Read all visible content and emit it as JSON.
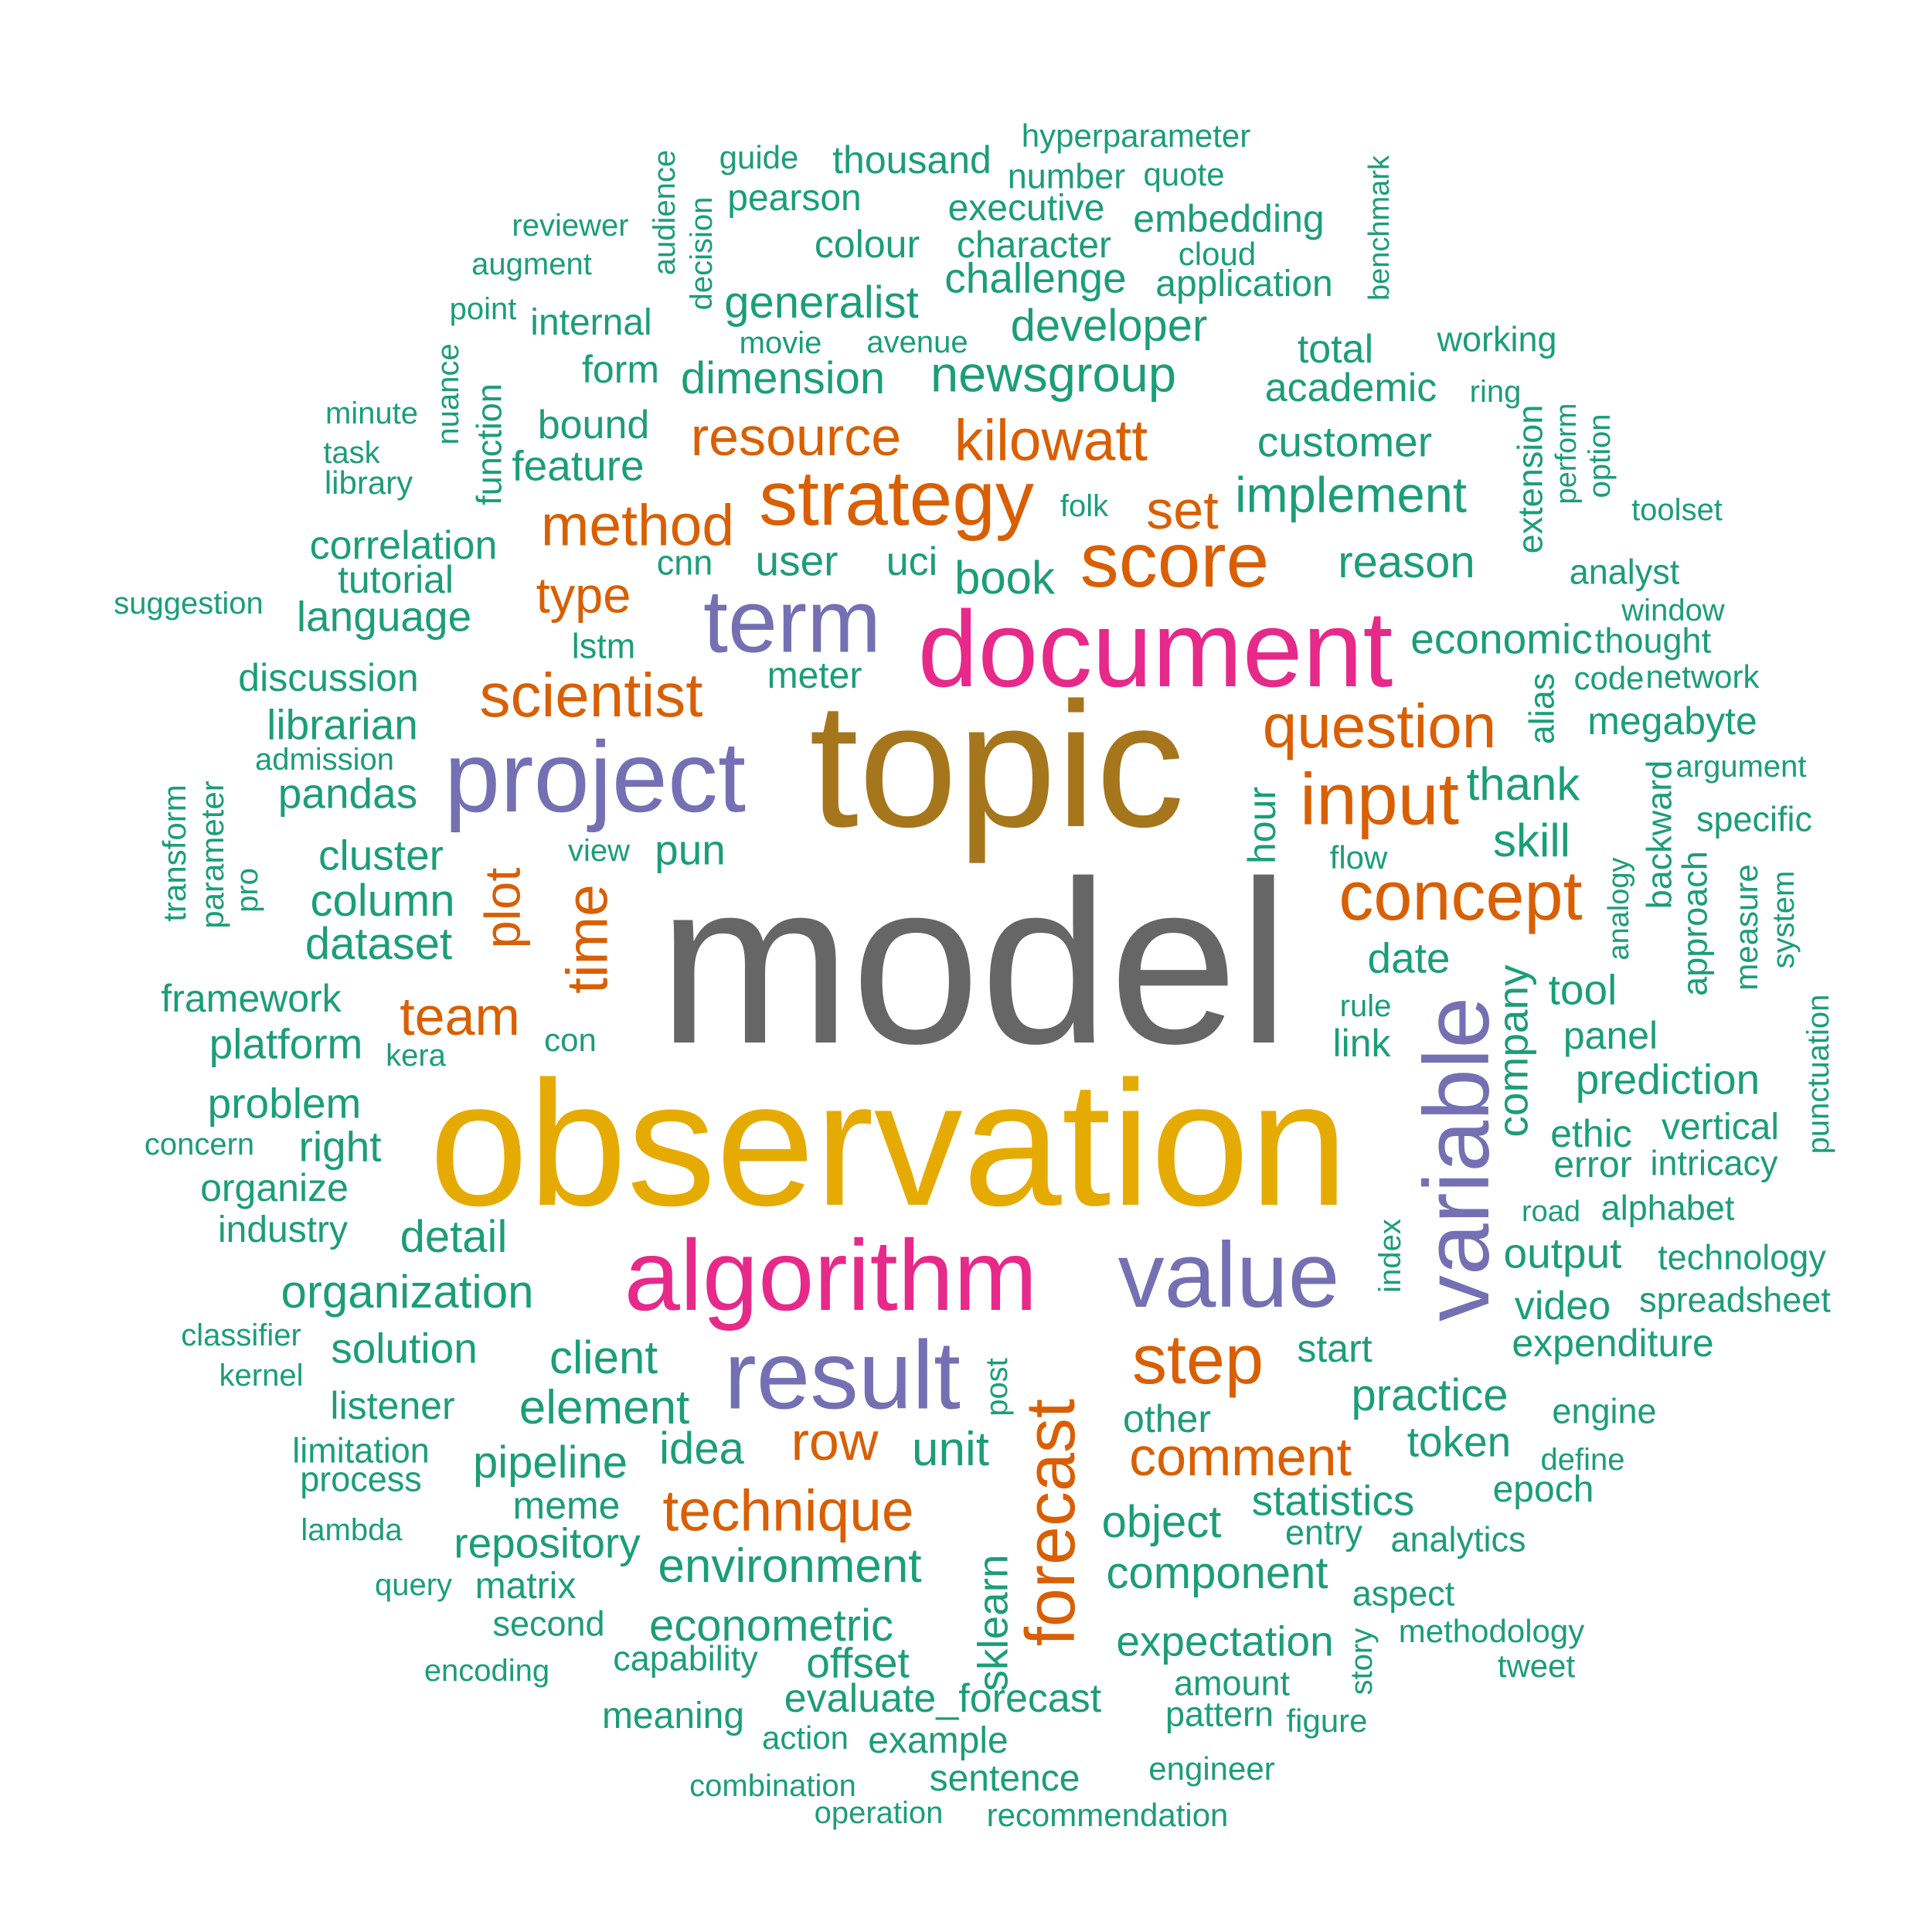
{
  "colors": {
    "green": "#1b9e77",
    "orange": "#d95f02",
    "purple": "#7570b3",
    "pink": "#e7298a",
    "olive": "#a6761d",
    "gold": "#e6ab02",
    "gray": "#666666"
  },
  "words": [
    {
      "t": "model",
      "c": "gray"
    },
    {
      "t": "observation",
      "c": "gold"
    },
    {
      "t": "topic",
      "c": "olive"
    },
    {
      "t": "document",
      "c": "pink"
    },
    {
      "t": "algorithm",
      "c": "pink"
    },
    {
      "t": "project",
      "c": "purple"
    },
    {
      "t": "result",
      "c": "purple"
    },
    {
      "t": "value",
      "c": "purple"
    },
    {
      "t": "variable",
      "c": "purple"
    },
    {
      "t": "term",
      "c": "purple"
    },
    {
      "t": "strategy",
      "c": "orange"
    },
    {
      "t": "score",
      "c": "orange"
    },
    {
      "t": "input",
      "c": "orange"
    },
    {
      "t": "concept",
      "c": "orange"
    },
    {
      "t": "forecast",
      "c": "orange"
    },
    {
      "t": "step",
      "c": "orange"
    },
    {
      "t": "question",
      "c": "orange"
    },
    {
      "t": "scientist",
      "c": "orange"
    },
    {
      "t": "kilowatt",
      "c": "orange"
    },
    {
      "t": "time",
      "c": "orange"
    },
    {
      "t": "method",
      "c": "orange"
    },
    {
      "t": "resource",
      "c": "orange"
    },
    {
      "t": "technique",
      "c": "orange"
    },
    {
      "t": "comment",
      "c": "orange"
    },
    {
      "t": "set",
      "c": "orange"
    },
    {
      "t": "team",
      "c": "orange"
    },
    {
      "t": "row",
      "c": "orange"
    },
    {
      "t": "plot",
      "c": "orange"
    },
    {
      "t": "type",
      "c": "orange"
    },
    {
      "t": "hyperparameter",
      "c": "green"
    },
    {
      "t": "benchmark",
      "c": "green"
    },
    {
      "t": "audience",
      "c": "green"
    },
    {
      "t": "guide",
      "c": "green"
    },
    {
      "t": "thousand",
      "c": "green"
    },
    {
      "t": "number",
      "c": "green"
    },
    {
      "t": "quote",
      "c": "green"
    },
    {
      "t": "decision",
      "c": "green"
    },
    {
      "t": "pearson",
      "c": "green"
    },
    {
      "t": "executive",
      "c": "green"
    },
    {
      "t": "embedding",
      "c": "green"
    },
    {
      "t": "reviewer",
      "c": "green"
    },
    {
      "t": "colour",
      "c": "green"
    },
    {
      "t": "character",
      "c": "green"
    },
    {
      "t": "cloud",
      "c": "green"
    },
    {
      "t": "augment",
      "c": "green"
    },
    {
      "t": "challenge",
      "c": "green"
    },
    {
      "t": "application",
      "c": "green"
    },
    {
      "t": "generalist",
      "c": "green"
    },
    {
      "t": "point",
      "c": "green"
    },
    {
      "t": "internal",
      "c": "green"
    },
    {
      "t": "developer",
      "c": "green"
    },
    {
      "t": "movie",
      "c": "green"
    },
    {
      "t": "avenue",
      "c": "green"
    },
    {
      "t": "total",
      "c": "green"
    },
    {
      "t": "working",
      "c": "green"
    },
    {
      "t": "nuance",
      "c": "green"
    },
    {
      "t": "form",
      "c": "green"
    },
    {
      "t": "dimension",
      "c": "green"
    },
    {
      "t": "newsgroup",
      "c": "green"
    },
    {
      "t": "academic",
      "c": "green"
    },
    {
      "t": "ring",
      "c": "green"
    },
    {
      "t": "function",
      "c": "green"
    },
    {
      "t": "minute",
      "c": "green"
    },
    {
      "t": "bound",
      "c": "green"
    },
    {
      "t": "customer",
      "c": "green"
    },
    {
      "t": "task",
      "c": "green"
    },
    {
      "t": "feature",
      "c": "green"
    },
    {
      "t": "extension",
      "c": "green"
    },
    {
      "t": "perform",
      "c": "green"
    },
    {
      "t": "option",
      "c": "green"
    },
    {
      "t": "library",
      "c": "green"
    },
    {
      "t": "implement",
      "c": "green"
    },
    {
      "t": "folk",
      "c": "green"
    },
    {
      "t": "toolset",
      "c": "green"
    },
    {
      "t": "correlation",
      "c": "green"
    },
    {
      "t": "cnn",
      "c": "green"
    },
    {
      "t": "user",
      "c": "green"
    },
    {
      "t": "uci",
      "c": "green"
    },
    {
      "t": "reason",
      "c": "green"
    },
    {
      "t": "tutorial",
      "c": "green"
    },
    {
      "t": "book",
      "c": "green"
    },
    {
      "t": "analyst",
      "c": "green"
    },
    {
      "t": "suggestion",
      "c": "green"
    },
    {
      "t": "language",
      "c": "green"
    },
    {
      "t": "window",
      "c": "green"
    },
    {
      "t": "lstm",
      "c": "green"
    },
    {
      "t": "economic",
      "c": "green"
    },
    {
      "t": "thought",
      "c": "green"
    },
    {
      "t": "discussion",
      "c": "green"
    },
    {
      "t": "meter",
      "c": "green"
    },
    {
      "t": "code",
      "c": "green"
    },
    {
      "t": "network",
      "c": "green"
    },
    {
      "t": "alias",
      "c": "green"
    },
    {
      "t": "librarian",
      "c": "green"
    },
    {
      "t": "megabyte",
      "c": "green"
    },
    {
      "t": "admission",
      "c": "green"
    },
    {
      "t": "argument",
      "c": "green"
    },
    {
      "t": "transform",
      "c": "green"
    },
    {
      "t": "parameter",
      "c": "green"
    },
    {
      "t": "pandas",
      "c": "green"
    },
    {
      "t": "thank",
      "c": "green"
    },
    {
      "t": "backward",
      "c": "green"
    },
    {
      "t": "specific",
      "c": "green"
    },
    {
      "t": "hour",
      "c": "green"
    },
    {
      "t": "cluster",
      "c": "green"
    },
    {
      "t": "view",
      "c": "green"
    },
    {
      "t": "pun",
      "c": "green"
    },
    {
      "t": "skill",
      "c": "green"
    },
    {
      "t": "pro",
      "c": "green"
    },
    {
      "t": "flow",
      "c": "green"
    },
    {
      "t": "analogy",
      "c": "green"
    },
    {
      "t": "approach",
      "c": "green"
    },
    {
      "t": "measure",
      "c": "green"
    },
    {
      "t": "system",
      "c": "green"
    },
    {
      "t": "column",
      "c": "green"
    },
    {
      "t": "dataset",
      "c": "green"
    },
    {
      "t": "date",
      "c": "green"
    },
    {
      "t": "company",
      "c": "green"
    },
    {
      "t": "framework",
      "c": "green"
    },
    {
      "t": "tool",
      "c": "green"
    },
    {
      "t": "punctuation",
      "c": "green"
    },
    {
      "t": "rule",
      "c": "green"
    },
    {
      "t": "platform",
      "c": "green"
    },
    {
      "t": "con",
      "c": "green"
    },
    {
      "t": "link",
      "c": "green"
    },
    {
      "t": "panel",
      "c": "green"
    },
    {
      "t": "kera",
      "c": "green"
    },
    {
      "t": "prediction",
      "c": "green"
    },
    {
      "t": "problem",
      "c": "green"
    },
    {
      "t": "ethic",
      "c": "green"
    },
    {
      "t": "vertical",
      "c": "green"
    },
    {
      "t": "concern",
      "c": "green"
    },
    {
      "t": "right",
      "c": "green"
    },
    {
      "t": "error",
      "c": "green"
    },
    {
      "t": "intricacy",
      "c": "green"
    },
    {
      "t": "organize",
      "c": "green"
    },
    {
      "t": "road",
      "c": "green"
    },
    {
      "t": "alphabet",
      "c": "green"
    },
    {
      "t": "industry",
      "c": "green"
    },
    {
      "t": "detail",
      "c": "green"
    },
    {
      "t": "index",
      "c": "green"
    },
    {
      "t": "output",
      "c": "green"
    },
    {
      "t": "technology",
      "c": "green"
    },
    {
      "t": "organization",
      "c": "green"
    },
    {
      "t": "video",
      "c": "green"
    },
    {
      "t": "spreadsheet",
      "c": "green"
    },
    {
      "t": "classifier",
      "c": "green"
    },
    {
      "t": "solution",
      "c": "green"
    },
    {
      "t": "client",
      "c": "green"
    },
    {
      "t": "start",
      "c": "green"
    },
    {
      "t": "expenditure",
      "c": "green"
    },
    {
      "t": "kernel",
      "c": "green"
    },
    {
      "t": "post",
      "c": "green"
    },
    {
      "t": "listener",
      "c": "green"
    },
    {
      "t": "element",
      "c": "green"
    },
    {
      "t": "practice",
      "c": "green"
    },
    {
      "t": "engine",
      "c": "green"
    },
    {
      "t": "other",
      "c": "green"
    },
    {
      "t": "limitation",
      "c": "green"
    },
    {
      "t": "pipeline",
      "c": "green"
    },
    {
      "t": "idea",
      "c": "green"
    },
    {
      "t": "unit",
      "c": "green"
    },
    {
      "t": "token",
      "c": "green"
    },
    {
      "t": "define",
      "c": "green"
    },
    {
      "t": "process",
      "c": "green"
    },
    {
      "t": "epoch",
      "c": "green"
    },
    {
      "t": "meme",
      "c": "green"
    },
    {
      "t": "statistics",
      "c": "green"
    },
    {
      "t": "lambda",
      "c": "green"
    },
    {
      "t": "object",
      "c": "green"
    },
    {
      "t": "entry",
      "c": "green"
    },
    {
      "t": "analytics",
      "c": "green"
    },
    {
      "t": "repository",
      "c": "green"
    },
    {
      "t": "sklearn",
      "c": "green"
    },
    {
      "t": "environment",
      "c": "green"
    },
    {
      "t": "component",
      "c": "green"
    },
    {
      "t": "query",
      "c": "green"
    },
    {
      "t": "matrix",
      "c": "green"
    },
    {
      "t": "aspect",
      "c": "green"
    },
    {
      "t": "second",
      "c": "green"
    },
    {
      "t": "econometric",
      "c": "green"
    },
    {
      "t": "story",
      "c": "green"
    },
    {
      "t": "methodology",
      "c": "green"
    },
    {
      "t": "expectation",
      "c": "green"
    },
    {
      "t": "encoding",
      "c": "green"
    },
    {
      "t": "capability",
      "c": "green"
    },
    {
      "t": "offset",
      "c": "green"
    },
    {
      "t": "tweet",
      "c": "green"
    },
    {
      "t": "amount",
      "c": "green"
    },
    {
      "t": "evaluate_forecast",
      "c": "green"
    },
    {
      "t": "meaning",
      "c": "green"
    },
    {
      "t": "pattern",
      "c": "green"
    },
    {
      "t": "figure",
      "c": "green"
    },
    {
      "t": "action",
      "c": "green"
    },
    {
      "t": "example",
      "c": "green"
    },
    {
      "t": "engineer",
      "c": "green"
    },
    {
      "t": "combination",
      "c": "green"
    },
    {
      "t": "sentence",
      "c": "green"
    },
    {
      "t": "operation",
      "c": "green"
    },
    {
      "t": "recommendation",
      "c": "green"
    }
  ]
}
